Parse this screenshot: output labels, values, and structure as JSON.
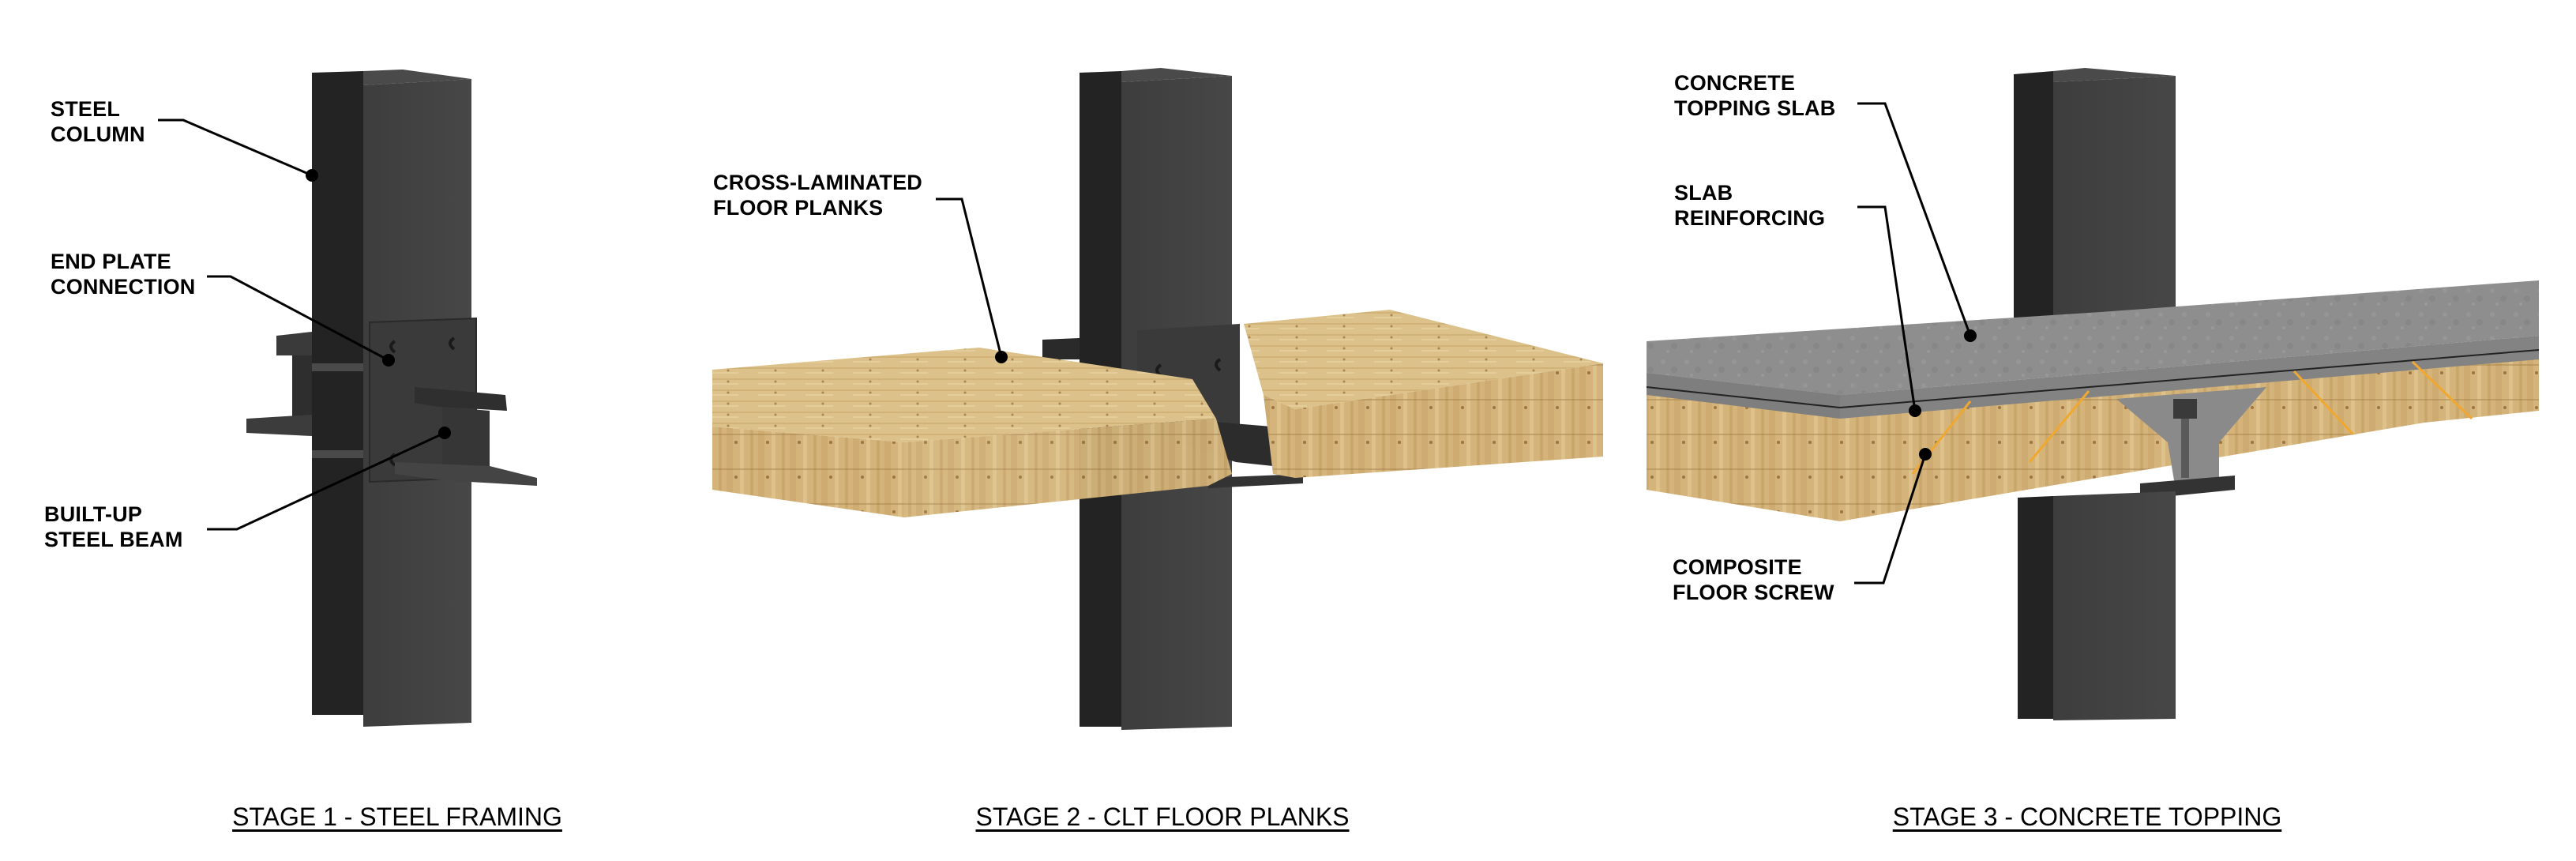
{
  "colors": {
    "steel_dark": "#232323",
    "steel_mid": "#3c3c3c",
    "steel_light": "#4a4a4a",
    "clt_top": "#d9bf86",
    "clt_side": "#caa96a",
    "clt_grain": "#b88f4f",
    "concrete_top": "#8c8c8c",
    "concrete_side": "#7e7e7e",
    "screw": "#f0a830",
    "leader": "#000000"
  },
  "stages": [
    {
      "caption": "STAGE 1 - STEEL FRAMING",
      "labels": [
        {
          "line1": "STEEL",
          "line2": "COLUMN"
        },
        {
          "line1": "END PLATE",
          "line2": "CONNECTION"
        },
        {
          "line1": "BUILT-UP",
          "line2": "STEEL BEAM"
        }
      ]
    },
    {
      "caption": "STAGE 2 - CLT FLOOR PLANKS",
      "labels": [
        {
          "line1": "CROSS-LAMINATED",
          "line2": "FLOOR PLANKS"
        }
      ]
    },
    {
      "caption": "STAGE 3 - CONCRETE TOPPING",
      "labels": [
        {
          "line1": "CONCRETE",
          "line2": "TOPPING SLAB"
        },
        {
          "line1": "SLAB",
          "line2": "REINFORCING"
        },
        {
          "line1": "COMPOSITE",
          "line2": "FLOOR SCREW"
        }
      ]
    }
  ]
}
